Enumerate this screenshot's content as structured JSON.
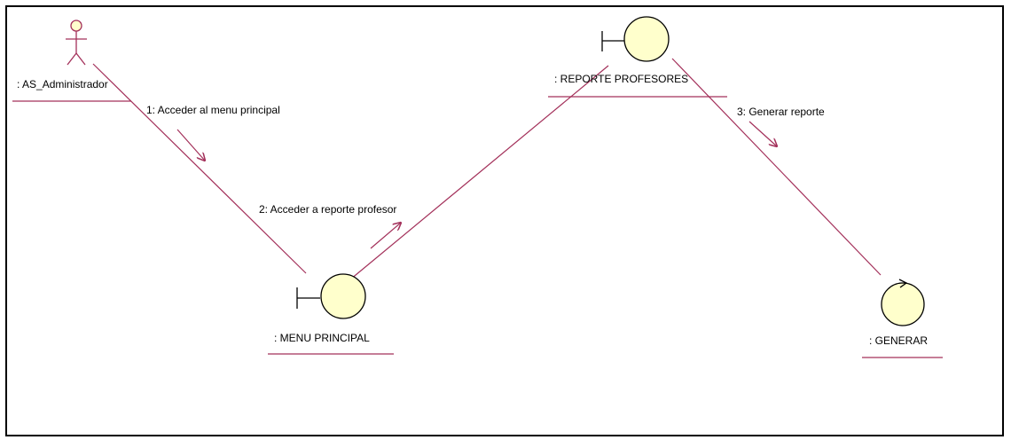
{
  "diagram": {
    "type": "collaboration",
    "colors": {
      "line": "#a3305a",
      "object_fill": "#ffffcc",
      "object_stroke": "#000000"
    },
    "objects": {
      "actor": {
        "label": ": AS_Administrador",
        "kind": "actor"
      },
      "reporte": {
        "label": ": REPORTE PROFESORES",
        "kind": "boundary"
      },
      "menu": {
        "label": ": MENU PRINCIPAL",
        "kind": "boundary"
      },
      "generar": {
        "label": ": GENERAR",
        "kind": "control"
      }
    },
    "messages": [
      {
        "label": "1: Acceder al menu principal",
        "from": "actor",
        "to": "menu"
      },
      {
        "label": "2: Acceder a reporte profesor",
        "from": "menu",
        "to": "reporte"
      },
      {
        "label": "3: Generar reporte",
        "from": "reporte",
        "to": "generar"
      }
    ]
  }
}
